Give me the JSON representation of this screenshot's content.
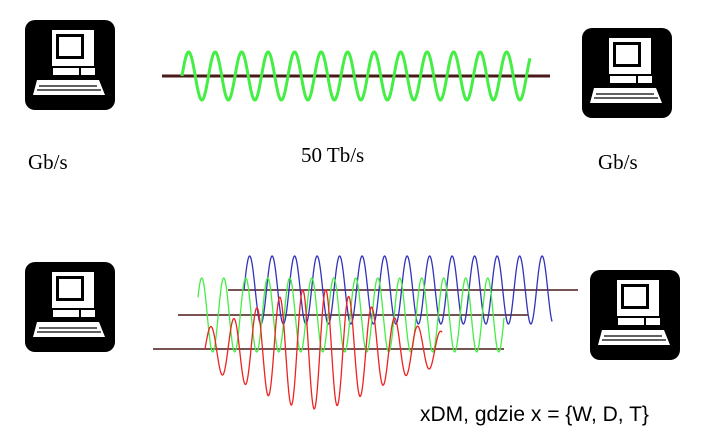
{
  "top": {
    "left_rate": "Gb/s",
    "center_rate": "50 Tb/s",
    "right_rate": "Gb/s",
    "wave_color": "#44ee44",
    "line_color": "#4a1a1a"
  },
  "bottom": {
    "caption": "xDM, gdzie x = {W, D, T}",
    "wave_colors": {
      "blue": "#3333bb",
      "green": "#44ee44",
      "red": "#ee2222"
    },
    "line_color": "#4a1a1a"
  },
  "icons": {
    "computer": "computer-terminal-icon"
  }
}
